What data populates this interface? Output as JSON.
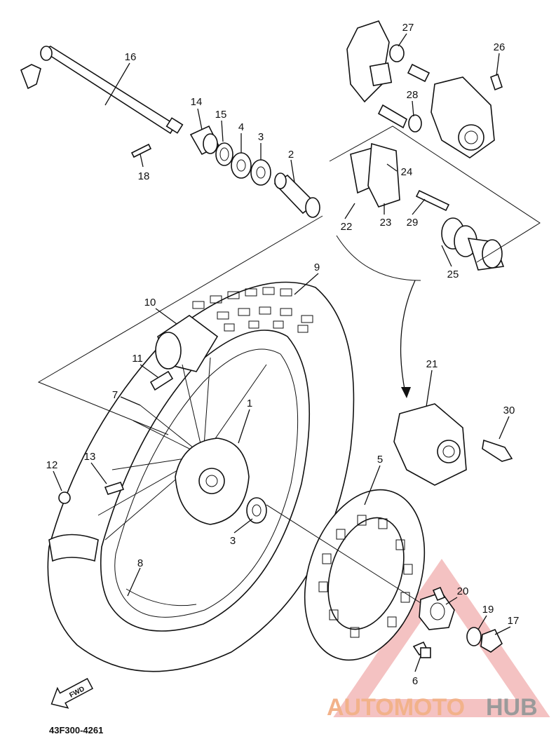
{
  "callouts": [
    "16",
    "14",
    "15",
    "4",
    "3",
    "2",
    "18",
    "27",
    "26",
    "28",
    "24",
    "22",
    "23",
    "29",
    "25",
    "9",
    "10",
    "11",
    "7",
    "1",
    "21",
    "30",
    "13",
    "12",
    "5",
    "3",
    "8",
    "20",
    "19",
    "17",
    "6"
  ],
  "part_code": "43F300-4261",
  "fwd_label": "FWD",
  "watermark": {
    "part1": "AUTOMOTO",
    "part2": "HUB",
    "color1": "#f2b28a",
    "color2": "#9a9a9a",
    "triangle": "#e05050"
  }
}
